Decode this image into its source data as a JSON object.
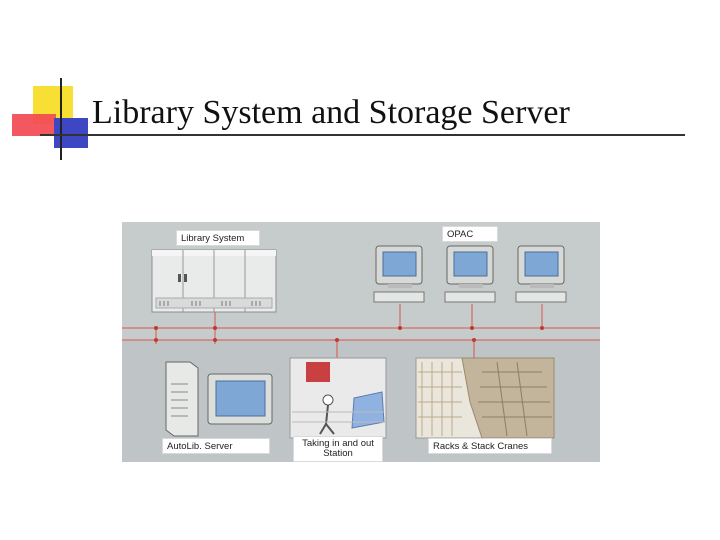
{
  "slide": {
    "title": "Library System and Storage Server"
  },
  "diagram": {
    "labels": {
      "library_system": "Library System",
      "opac": "OPAC",
      "autolib_server": "AutoLib. Server",
      "station_line1": "Taking in and out",
      "station_line2": "Station",
      "racks": "Racks & Stack Cranes"
    },
    "colors": {
      "network_line": "#d9534f",
      "panel_bg": "#c2c8c8"
    }
  }
}
